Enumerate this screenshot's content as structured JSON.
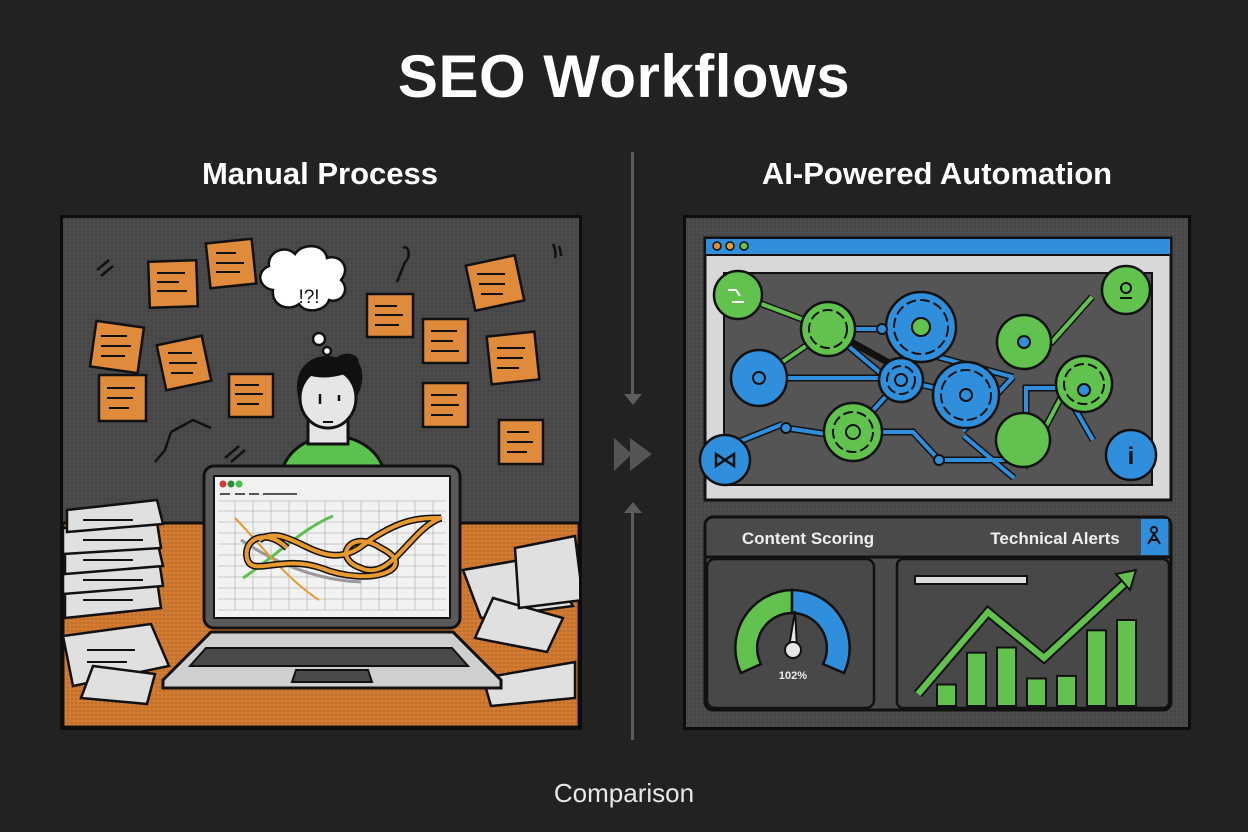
{
  "header": {
    "title": "SEO Workflows"
  },
  "left": {
    "heading": "Manual Process",
    "thought_bubble": "!?!",
    "sticky_note_color": "#e08a3c",
    "shirt_color": "#5cc24e",
    "desk_color": "#d27a30"
  },
  "right": {
    "heading": "AI-Powered Automation",
    "browser_dots": [
      "#e08a3c",
      "#e0a23c",
      "#6cc24a"
    ],
    "node_colors": {
      "green": "#62c24e",
      "blue": "#2f8fdc"
    },
    "dashboard": {
      "content_scoring_label": "Content Scoring",
      "technical_alerts_label": "Technical Alerts",
      "gauge_value_label": "102%",
      "bars_relative": [
        0.25,
        0.62,
        0.68,
        0.32,
        0.35,
        0.88,
        1.0
      ]
    }
  },
  "center": {
    "transition_icon": "fast-forward-icon"
  },
  "footer": {
    "caption": "Comparison"
  }
}
